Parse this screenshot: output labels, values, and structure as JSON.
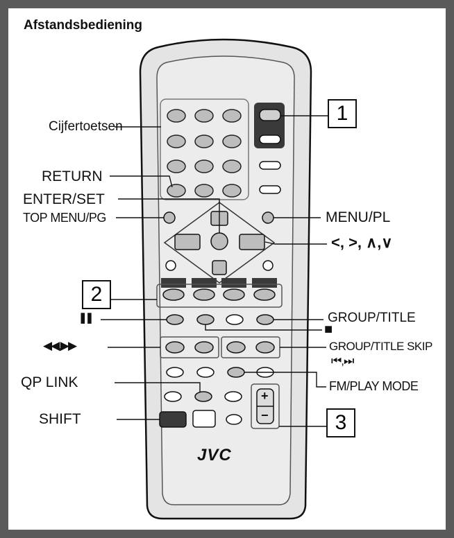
{
  "title": "Afstandsbediening",
  "brand": "JVC",
  "callouts": {
    "number_keys": "Cijfertoetsen",
    "return": "RETURN",
    "enter_set": "ENTER/SET",
    "top_menu": "TOP MENU/PG",
    "menu_pl": "MENU/PL",
    "cursor_keys": "<, >, ∧,∨",
    "group_title": "GROUP/TITLE",
    "stop": "■",
    "pause": "❚❚",
    "search": "◀◀,▶▶",
    "group_title_skip": "GROUP/TITLE SKIP",
    "skip": "⏮,⏭",
    "qp_link": "QP LINK",
    "fm_play_mode": "FM/PLAY MODE",
    "shift": "SHIFT",
    "plus": "+",
    "minus": "−"
  },
  "step_labels": {
    "step1": "1",
    "step2": "2",
    "step3": "3"
  },
  "colors": {
    "frame": "#5a5a5a",
    "remote_body": "#e2e2e2",
    "button": "#c8c8c8",
    "dark_button": "#3a3a3a",
    "highlight_button": "#b0b0b0"
  }
}
